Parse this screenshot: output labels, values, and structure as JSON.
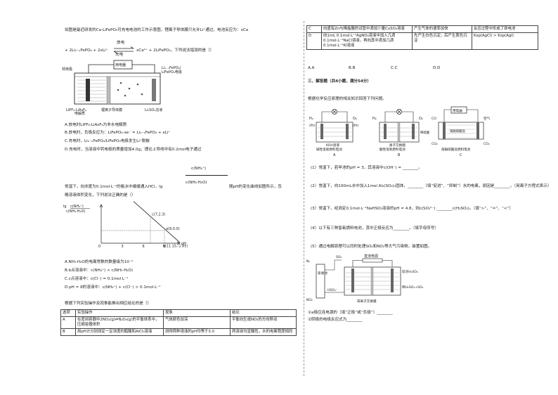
{
  "left": {
    "q1": {
      "line1": "如图是最近研发的Ca-LiFePO₄可充电电池的工作示意图，锂离子导体膜只允许Li⁺通过，电池反应为：xCa",
      "eq_left": "+ 2Li₁₋ₓFePO₄ + 2xLi⁺",
      "discharge": "放电",
      "charge": "充电",
      "eq_right": "xCa²⁺ + 2LiFePO₄，下列说法错误的是（）",
      "fig": {
        "load": "用电器",
        "ca": "钙电极",
        "lifepo4_a": "Li₁₋ₓFePO₄/",
        "lifepo4_b": "LiFePO₄电极",
        "lipf6_a": "LiPF₆-LiAsF₆",
        "lipf6_b": "电解质",
        "membrane": "锂离子导体膜",
        "li2so4": "Li₂SO₄溶液"
      },
      "options": [
        "A.放电时LiPF₆-LiAsF₆为非水电解质",
        "B.放电时，负极反应为：LiFePO₄-xe⁻ = Li₁₋ₓFePO₄ + xLi⁺",
        "C.充电时，Li₁₋ₓFePO₄/LiFePO₄电极发生Li⁺脱嵌",
        "D.充电时，当溶液中钙电极的质量增加4.0g，理论上导线中有0.2mol电子通过"
      ]
    },
    "q2": {
      "frac_num": "c(NH₄⁺)",
      "frac_den": "c(NH₃·H₂O)",
      "line1a": "常温下，向浓度为0.1mol·L⁻¹的氨水中缓缓通入HCl，lg",
      "line1b": "随pH的变化曲线如图所示，忽",
      "line2": "略溶液体积变化，下列说法正确的是（）",
      "ylabel": [
        "lg",
        "c(NH₄⁺)",
        "c(NH₃·H₂O)"
      ],
      "xlabel": "pH",
      "origin": "0",
      "ticks": [
        "3",
        "6",
        "9"
      ],
      "pt_c": "c(7,2.3)",
      "pt_a": "a(9,0.0)",
      "pt_b": "b(11.15,-1.85)",
      "options": [
        "A.NH₃·H₂O的电离常数的数量级为10⁻⁴",
        "B.b点溶液中：c(NH₄⁺) < c(NH₃·H₂O)",
        "C.c点溶液中：c(Cl⁻) = 0.1mol·L⁻¹",
        "D.pH = 8的溶液中：c(NH₄⁺) + c(Cl⁻) > 0.1mol·L⁻¹"
      ]
    },
    "q3": {
      "stem": "根据下列实验操作及现象能推出相应结论的是（）",
      "headers": [
        "选项",
        "实验操作",
        "现象",
        "结论"
      ],
      "rows": [
        [
          "A",
          "在密闭容器中2NO₂(g)⇌N₂O₄(g)的平衡体系中，压缩容器体积",
          "气体颜色加深",
          "平衡向生成NO₂的方向移动"
        ],
        [
          "B",
          "用pH计分别测定一定浓度的醋酸和AlCl₃溶液",
          "测得两种溶液的pH均等于3.0",
          "两溶液均显酸性，水的电离程度相同"
        ]
      ]
    }
  },
  "right": {
    "table_rows": [
      [
        "C",
        "向盛有Zn与稀盐酸的试管中滴加少量CuSO₄溶液",
        "产生气体的速率加快",
        "反应过程中形成了原电池"
      ],
      [
        "D",
        "向1mL 0.1mol·L⁻¹AgNO₃溶液中加入几滴0.1mol·L⁻¹NaCl溶液，再向其中滴加几滴0.1mol·L⁻¹KI溶液",
        "先产生白色沉淀，后产生黄色沉淀",
        "Ksp(AgCl) > Ksp(AgI)"
      ]
    ],
    "choices": [
      "A.A",
      "B.B",
      "C.C",
      "D.D"
    ],
    "section": "三、解答题（共4小题，满分54分）",
    "q4_stem": "根据化学反应原理的相关知识回答下列问题。",
    "figA": {
      "h2": "H₂",
      "o2": "O₂",
      "pt1": "(Pt)",
      "pt2": "(Pt)",
      "koh": "KOH溶液",
      "cap": "碱性氢氧燃料电池",
      "label": "A"
    },
    "figB": {
      "h2": "H₂",
      "o2": "O₂",
      "membrane": "质子交换膜",
      "electrolyte": "稀硫酸",
      "cap": "酸性氢氧燃料电池",
      "label": "B"
    },
    "figC": {
      "load": "用电器",
      "air": "空气",
      "co2": "CO₂",
      "molten": "熔融碳酸盐",
      "co": "CO",
      "cap": "熔融碳酸盐燃料电池",
      "label": "C"
    },
    "subq": [
      "(1）常温下，若甲池的pH = 3，其溶液中c(OH⁻) = ________。",
      "(2）常温下，向100mL水中加入1mol Al₂(SO₄)₃固体，________（填“促进”、“抑制”）水的电离，原因是________。（用离子方程式表示）",
      "(3）常温下，经测定0.1mol·L⁻¹NaHSO₃溶液的pH = 4.8，则c(SO₃²⁻) ________c(H₂SO₃)。（填“>”、“=”、“<”）",
      "(4）以下有三种氢氧燃料电池，其中正极反应为________。（填字母序号）",
      "(5）通过电解原理可以同时处理SO₂和NO₂等大气污染物，装置如图。"
    ],
    "fig5": {
      "power": "直流电源",
      "so2": "SO₂",
      "n2": "N₂",
      "no2": "NO₂",
      "absorb": "吸收池",
      "hso3": "HSO₃⁻",
      "h2so4": "较浓H₂SO₄",
      "mix": "稀H₂SO₄+SO₂",
      "membrane": "阳离子交换膜"
    },
    "sub5": [
      "①a极应连电源的（填“正极”或“负极”）________",
      "②阴极的电极反应式为________"
    ]
  }
}
